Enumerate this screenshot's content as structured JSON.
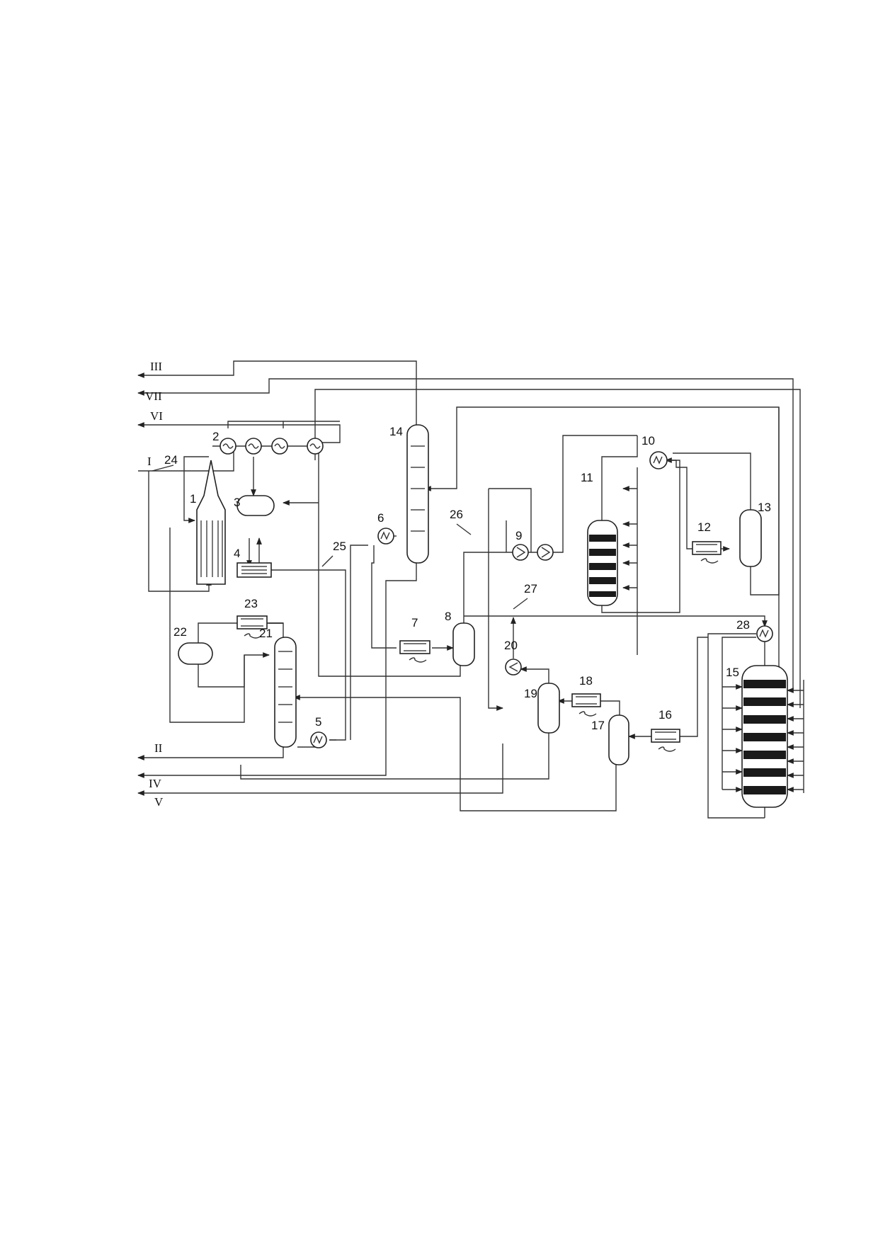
{
  "equipment_labels": {
    "e1": "1",
    "e2": "2",
    "e3": "3",
    "e4": "4",
    "e5": "5",
    "e6": "6",
    "e7": "7",
    "e8": "8",
    "e9": "9",
    "e10": "10",
    "e11": "11",
    "e12": "12",
    "e13": "13",
    "e14": "14",
    "e15": "15",
    "e16": "16",
    "e17": "17",
    "e18": "18",
    "e19": "19",
    "e20": "20",
    "e21": "21",
    "e22": "22",
    "e23": "23",
    "e24": "24",
    "e25": "25",
    "e26": "26",
    "e27": "27",
    "e28": "28"
  },
  "stream_labels": {
    "s1": "I",
    "s2": "II",
    "s3": "III",
    "s4": "IV",
    "s5": "V",
    "s6": "VI",
    "s7": "VII"
  },
  "colors": {
    "line": "#333333",
    "packing": "#1a1a1a",
    "background": "#ffffff"
  }
}
